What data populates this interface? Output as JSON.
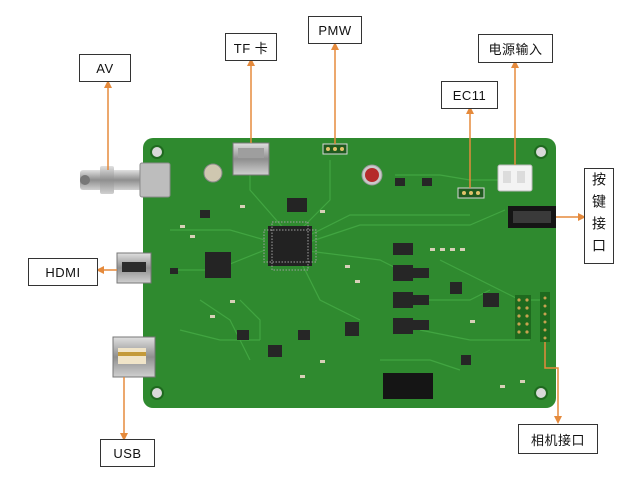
{
  "labels": {
    "av": "AV",
    "tf": "TF 卡",
    "pmw": "PMW",
    "power": "电源输入",
    "ec11": "EC11",
    "button": "按键接口",
    "hdmi": "HDMI",
    "usb": "USB",
    "camera": "相机接口"
  },
  "colors": {
    "pcb": "#2f8a2f",
    "pcb_dark": "#257a25",
    "trace": "#3fa03f",
    "arrow": "#e58a3c",
    "chip": "#2a2a2a",
    "metal": "#b9b9b9"
  }
}
